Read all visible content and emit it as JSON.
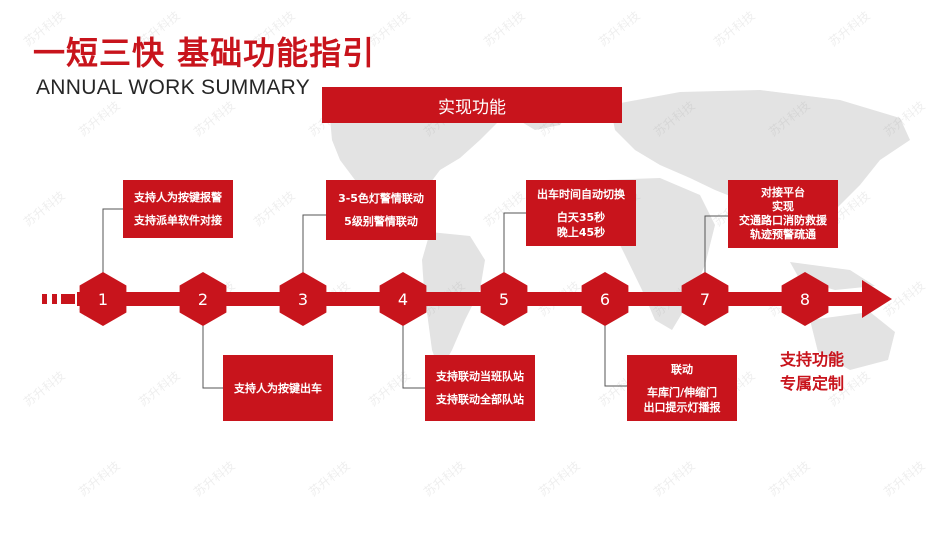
{
  "title": "一短三快 基础功能指引",
  "subtitle": "ANNUAL WORK SUMMARY",
  "banner": "实现功能",
  "watermark": "苏升科技",
  "colors": {
    "accent": "#c8141c",
    "map": "#e3e3e3"
  },
  "timeline": {
    "nodes": [
      "1",
      "2",
      "3",
      "4",
      "5",
      "6",
      "7",
      "8"
    ]
  },
  "boxes": {
    "b1": {
      "line1": "支持人为按键报警",
      "line2": "支持派单软件对接"
    },
    "b2": {
      "line1": "支持人为按键出车"
    },
    "b3": {
      "line1": "3-5色灯警情联动",
      "line2": "5级别警情联动"
    },
    "b4": {
      "line1": "支持联动当班队站",
      "line2": "支持联动全部队站"
    },
    "b5": {
      "line1": "出车时间自动切换",
      "line2": "白天35秒",
      "line3": "晚上45秒"
    },
    "b6": {
      "line1": "联动",
      "line2": "车库门/伸缩门",
      "line3": "出口提示灯播报"
    },
    "b7": {
      "line1": "对接平台",
      "line2": "实现",
      "line3": "交通路口消防救援",
      "line4": "轨迹预警疏通"
    }
  },
  "side_note": {
    "line1": "支持功能",
    "line2": "专属定制"
  }
}
